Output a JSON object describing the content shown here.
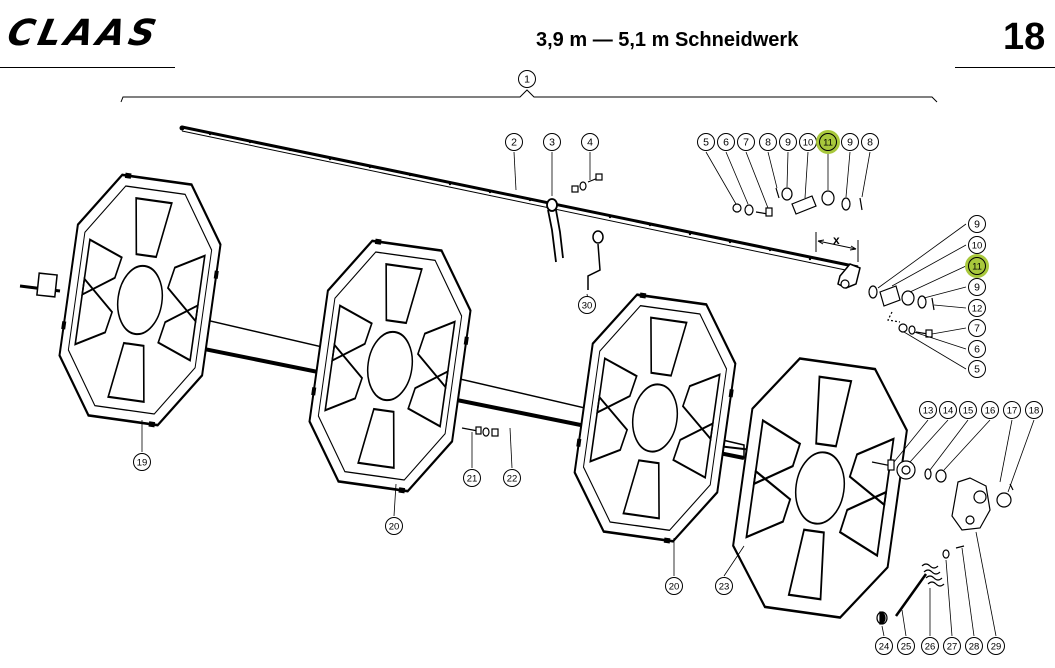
{
  "header": {
    "brand": "CLAAS",
    "title": "3,9 m — 5,1 m Schneidwerk",
    "page_number": "18"
  },
  "dimension_label": "x",
  "colors": {
    "ink": "#000000",
    "paper": "#ffffff",
    "highlight": "#a8c83c"
  },
  "callouts": [
    {
      "id": "c1",
      "text": "1"
    },
    {
      "id": "c2",
      "text": "2"
    },
    {
      "id": "c3",
      "text": "3"
    },
    {
      "id": "c4",
      "text": "4"
    },
    {
      "id": "c5a",
      "text": "5"
    },
    {
      "id": "c6a",
      "text": "6"
    },
    {
      "id": "c7a",
      "text": "7"
    },
    {
      "id": "c8a",
      "text": "8"
    },
    {
      "id": "c9a",
      "text": "9"
    },
    {
      "id": "c10a",
      "text": "10"
    },
    {
      "id": "c11a",
      "text": "11",
      "highlight": true
    },
    {
      "id": "c9b",
      "text": "9"
    },
    {
      "id": "c8b",
      "text": "8"
    },
    {
      "id": "c9c",
      "text": "9"
    },
    {
      "id": "c10b",
      "text": "10"
    },
    {
      "id": "c11b",
      "text": "11",
      "highlight": true
    },
    {
      "id": "c9d",
      "text": "9"
    },
    {
      "id": "c12",
      "text": "12"
    },
    {
      "id": "c7b",
      "text": "7"
    },
    {
      "id": "c6b",
      "text": "6"
    },
    {
      "id": "c5b",
      "text": "5"
    },
    {
      "id": "c30",
      "text": "30"
    },
    {
      "id": "c19",
      "text": "19"
    },
    {
      "id": "c20a",
      "text": "20"
    },
    {
      "id": "c21",
      "text": "21"
    },
    {
      "id": "c22",
      "text": "22"
    },
    {
      "id": "c20b",
      "text": "20"
    },
    {
      "id": "c23",
      "text": "23"
    },
    {
      "id": "c13",
      "text": "13"
    },
    {
      "id": "c14",
      "text": "14"
    },
    {
      "id": "c15",
      "text": "15"
    },
    {
      "id": "c16",
      "text": "16"
    },
    {
      "id": "c17",
      "text": "17"
    },
    {
      "id": "c18",
      "text": "18"
    },
    {
      "id": "c24",
      "text": "24"
    },
    {
      "id": "c25",
      "text": "25"
    },
    {
      "id": "c26",
      "text": "26"
    },
    {
      "id": "c27",
      "text": "27"
    },
    {
      "id": "c28",
      "text": "28"
    },
    {
      "id": "c29",
      "text": "29"
    }
  ]
}
